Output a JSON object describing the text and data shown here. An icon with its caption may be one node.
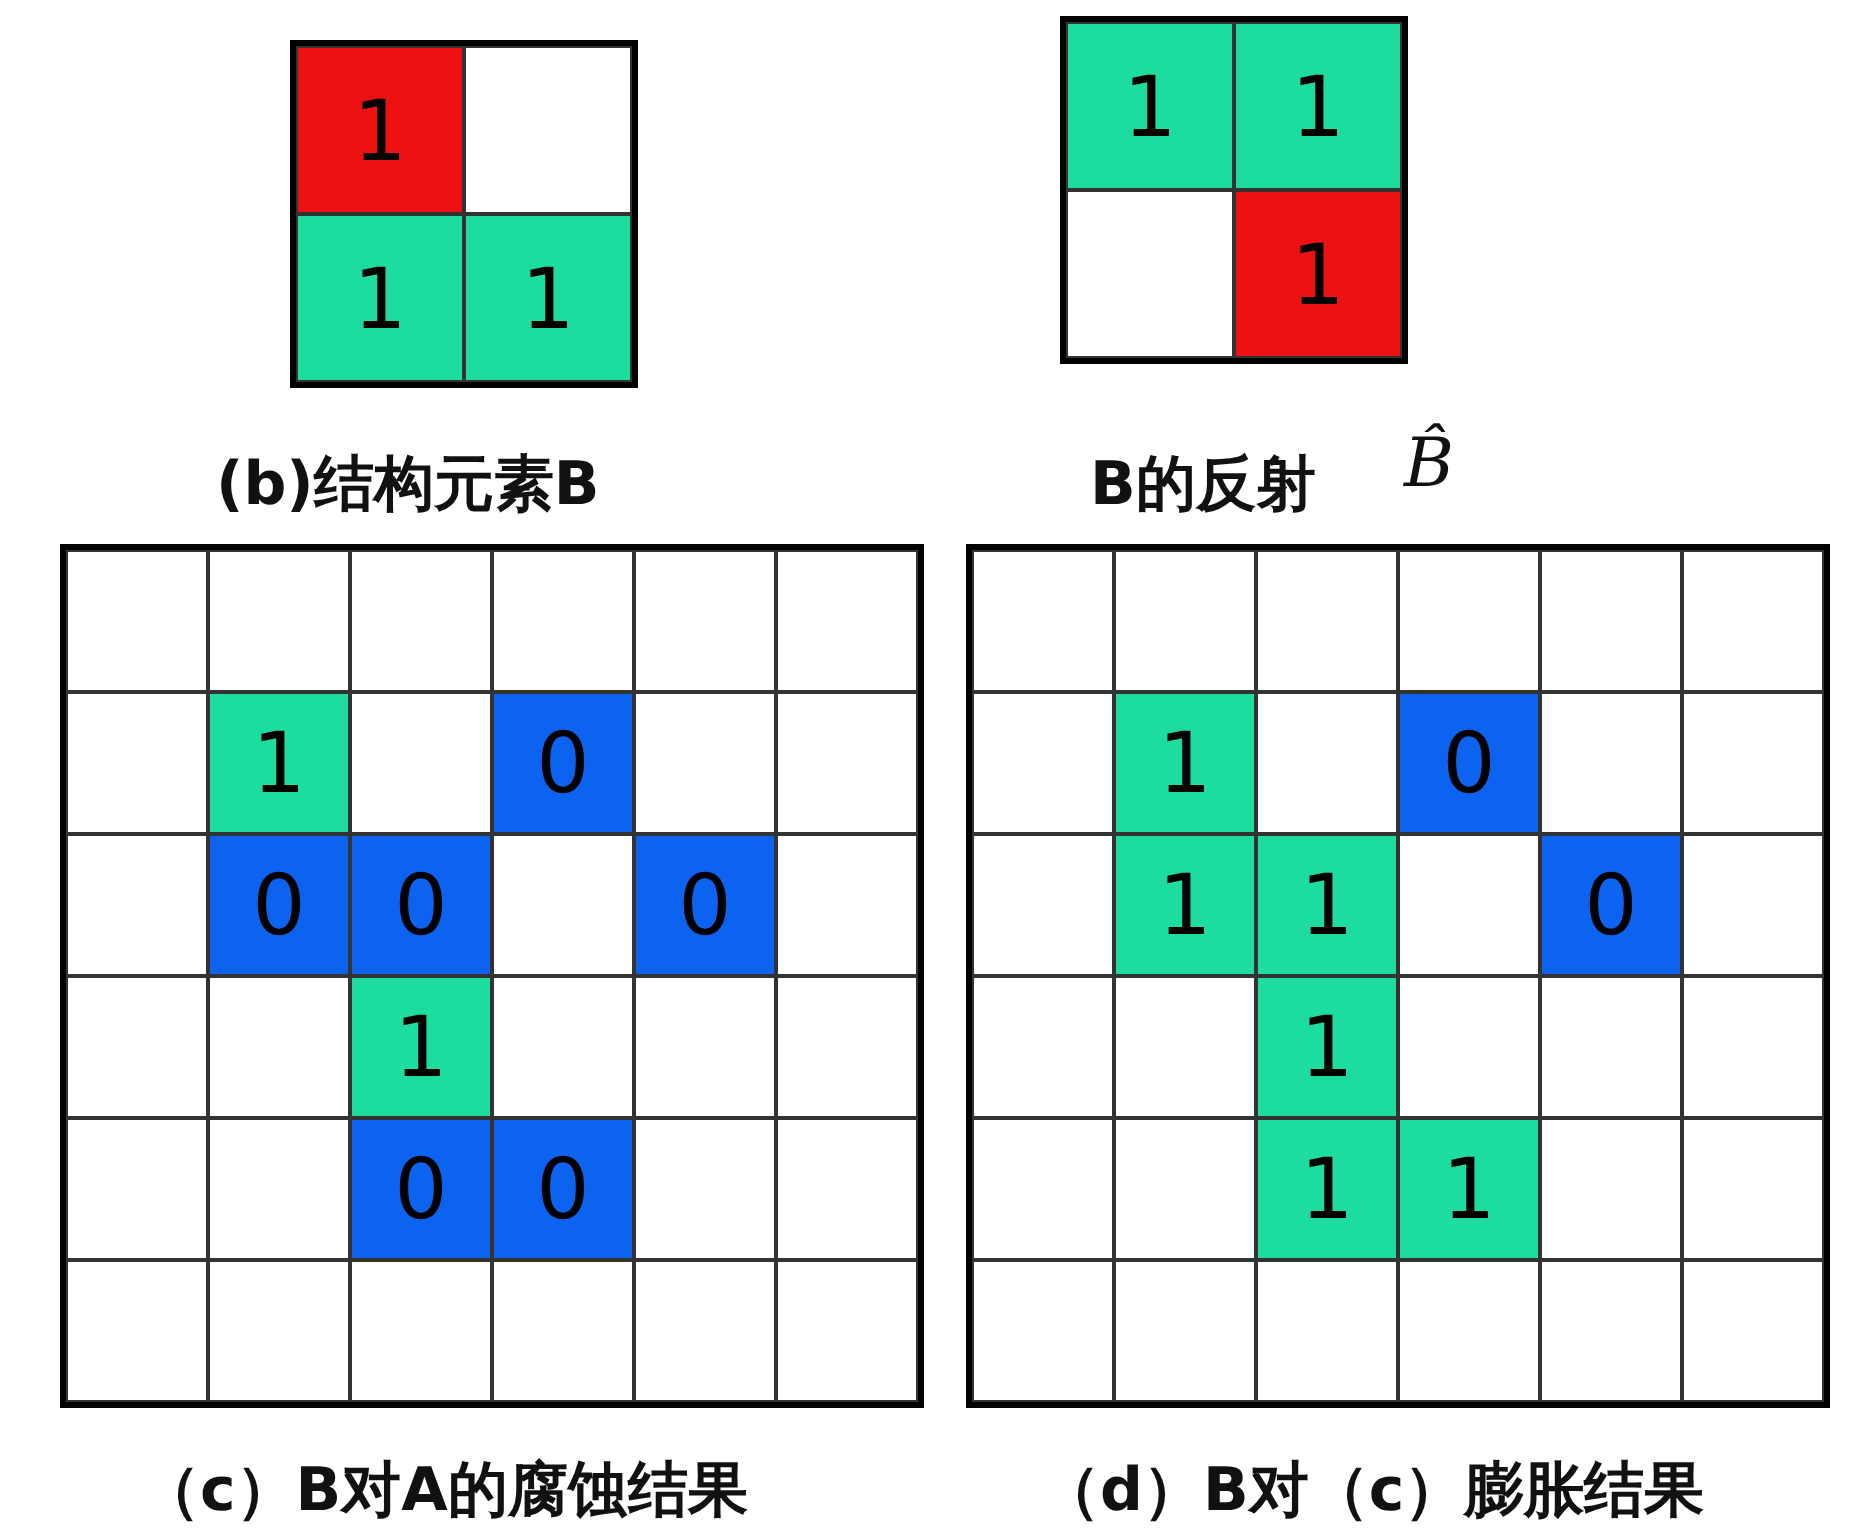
{
  "diagram": {
    "labels": [
      "1",
      "1",
      "1",
      "1",
      "1",
      "1",
      "(b)结构元素B",
      "B的反射",
      "B̂",
      "1",
      "0",
      "0",
      "0",
      "0",
      "1",
      "0",
      "0",
      "1",
      "0",
      "1",
      "1",
      "0",
      "1",
      "1",
      "1",
      "（c）B对A的腐蚀结果",
      "（d）B对（c）膨胀结果"
    ]
  }
}
